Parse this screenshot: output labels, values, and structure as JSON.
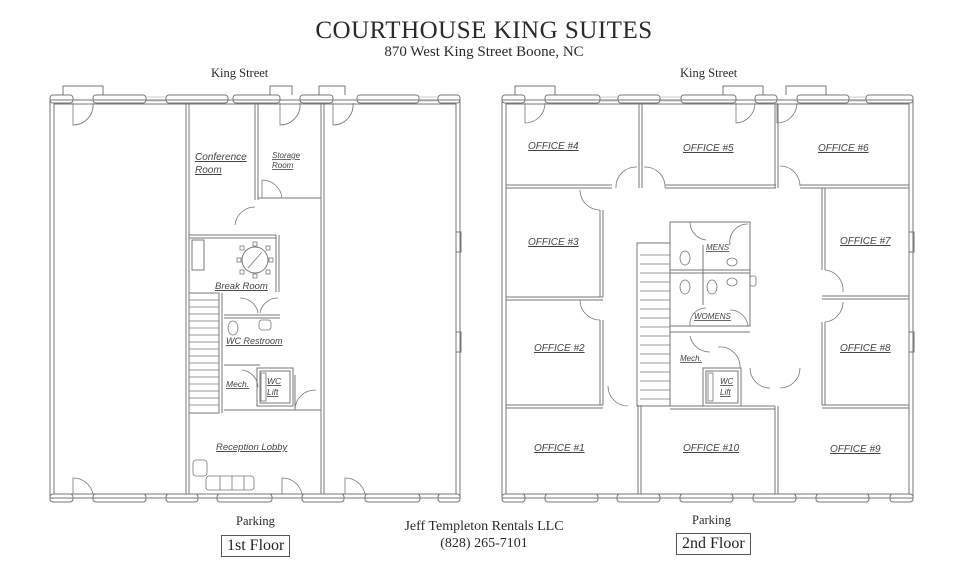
{
  "header": {
    "title": "COURTHOUSE KING SUITES",
    "address": "870 West King Street  Boone, NC"
  },
  "floor1": {
    "label": "1st Floor",
    "street_top": "King Street",
    "street_bottom": "Parking",
    "rooms": {
      "conference_line1": "Conference",
      "conference_line2": "Room",
      "storage_line1": "Storage",
      "storage_line2": "Room",
      "break_room": "Break Room",
      "wc_restroom": "WC Restroom",
      "mech": "Mech.",
      "wc_lift_line1": "WC",
      "wc_lift_line2": "Lift",
      "reception_lobby": "Reception Lobby"
    }
  },
  "floor2": {
    "label": "2nd Floor",
    "street_top": "King Street",
    "street_bottom": "Parking",
    "rooms": {
      "office1": "OFFICE #1",
      "office2": "OFFICE #2",
      "office3": "OFFICE #3",
      "office4": "OFFICE #4",
      "office5": "OFFICE #5",
      "office6": "OFFICE #6",
      "office7": "OFFICE #7",
      "office8": "OFFICE #8",
      "office9": "OFFICE #9",
      "office10": "OFFICE #10",
      "mens": "MENS",
      "womens": "WOMENS",
      "mech": "Mech.",
      "wc_lift_line1": "WC",
      "wc_lift_line2": "Lift"
    }
  },
  "footer": {
    "company": "Jeff Templeton Rentals LLC",
    "phone": "(828) 265-7101"
  },
  "colors": {
    "wall": "#777777",
    "text": "#2a2a2a",
    "room_label": "#444444"
  }
}
